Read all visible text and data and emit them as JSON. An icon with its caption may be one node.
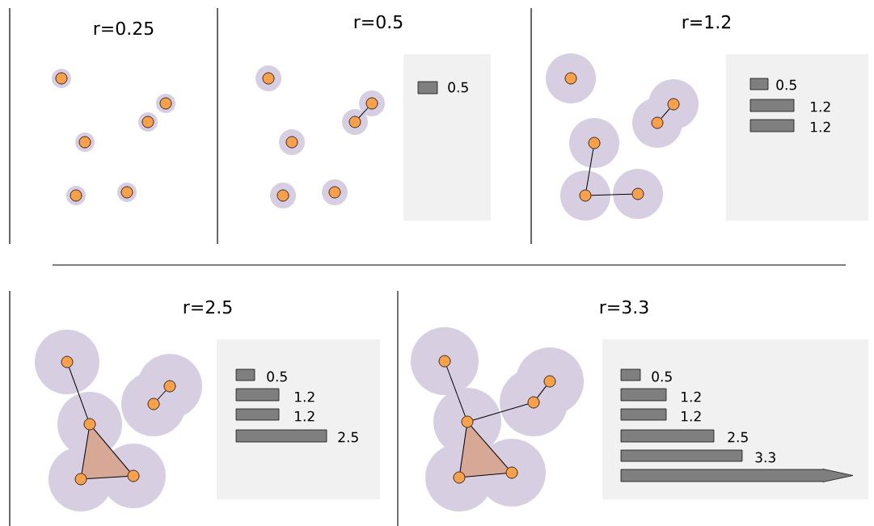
{
  "diagram": {
    "nodes": [
      {
        "text": [],
        "shape": "circle"
      },
      {
        "text": [],
        "shape": "circle"
      },
      {
        "text": [],
        "shape": "circle"
      },
      {
        "text": [],
        "shape": "circle"
      },
      {
        "text": [],
        "shape": "circle"
      },
      {
        "text": [],
        "shape": "circle"
      },
      {
        "text": [],
        "shape": "circle"
      },
      {
        "text": [],
        "shape": "circle"
      },
      {
        "text": [],
        "shape": "circle"
      },
      {
        "text": [],
        "shape": "circle"
      },
      {
        "text": [],
        "shape": "circle"
      },
      {
        "text": [],
        "shape": "circle"
      },
      {
        "text": [],
        "shape": "circle"
      },
      {
        "text": [],
        "shape": "circle"
      },
      {
        "text": [],
        "shape": "circle"
      },
      {
        "text": [],
        "shape": "circle"
      },
      {
        "text": [],
        "shape": "circle"
      },
      {
        "text": [],
        "shape": "circle"
      },
      {
        "text": [],
        "shape": "circle"
      },
      {
        "text": [],
        "shape": "circle"
      },
      {
        "text": [],
        "shape": "circle"
      },
      {
        "text": [],
        "shape": "circle"
      },
      {
        "text": [],
        "shape": "circle"
      },
      {
        "text": [],
        "shape": "circle"
      },
      {
        "text": [],
        "shape": "circle"
      },
      {
        "text": [],
        "shape": "circle"
      },
      {
        "text": [],
        "shape": "circle"
      },
      {
        "text": [],
        "shape": "circle"
      },
      {
        "text": [],
        "shape": "circle"
      },
      {
        "text": [],
        "shape": "circle"
      }
    ],
    "edges": [
      {
        "from": 7,
        "to": 8,
        "arrow": "none"
      },
      {
        "from": 13,
        "to": 14,
        "arrow": "none"
      },
      {
        "from": 15,
        "to": 16,
        "arrow": "none"
      },
      {
        "from": 16,
        "to": 17,
        "arrow": "none"
      },
      {
        "from": 18,
        "to": 21,
        "arrow": "none"
      },
      {
        "from": 19,
        "to": 20,
        "arrow": "none"
      },
      {
        "from": 21,
        "to": 22,
        "arrow": "none"
      },
      {
        "from": 21,
        "to": 23,
        "arrow": "none"
      },
      {
        "from": 22,
        "to": 23,
        "arrow": "none"
      },
      {
        "from": 24,
        "to": 27,
        "arrow": "none"
      },
      {
        "from": 25,
        "to": 26,
        "arrow": "none"
      },
      {
        "from": 27,
        "to": 26,
        "arrow": "none"
      },
      {
        "from": 27,
        "to": 28,
        "arrow": "none"
      },
      {
        "from": 27,
        "to": 29,
        "arrow": "none"
      },
      {
        "from": 28,
        "to": 29,
        "arrow": "none"
      }
    ],
    "labels": [
      "r=0.25",
      "r=0.5",
      "0.5",
      "r=1.2",
      "0.5",
      "1.2",
      "1.2",
      "r=2.5",
      "0.5",
      "1.2",
      "1.2",
      "2.5",
      "r=3.3",
      "0.5",
      "1.2",
      "1.2",
      "2.5",
      "3.3"
    ]
  }
}
